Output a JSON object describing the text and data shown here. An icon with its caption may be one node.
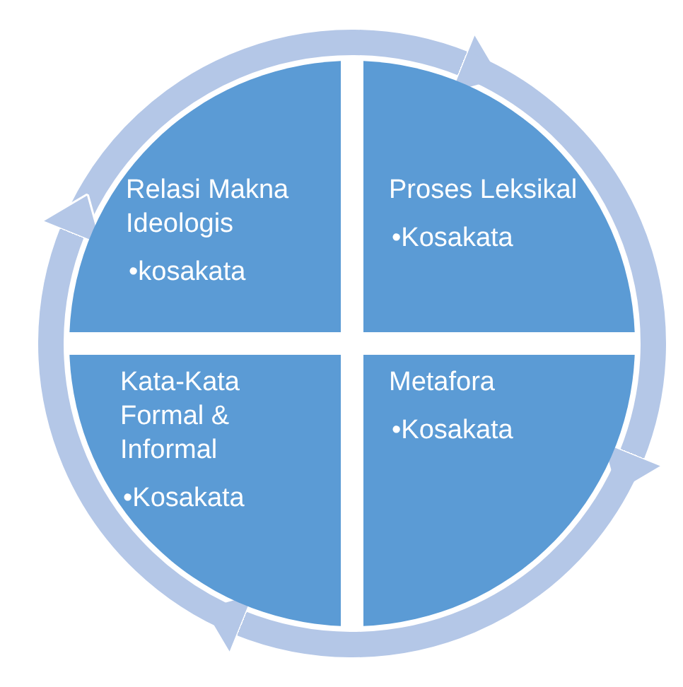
{
  "diagram": {
    "nodes": [
      {
        "text": [
          "Relasi Makna Ideologis",
          "•kosakata"
        ]
      },
      {
        "text": [
          "Proses Leksikal",
          "•Kosakata"
        ]
      },
      {
        "text": [
          "Kata-Kata Formal & Informal",
          "•Kosakata"
        ]
      },
      {
        "text": [
          "Metafora",
          "•Kosakata"
        ]
      }
    ],
    "edges": [
      {
        "from": 0,
        "to": 1,
        "arrow": "to"
      },
      {
        "from": 1,
        "to": 3,
        "arrow": "to"
      },
      {
        "from": 3,
        "to": 2,
        "arrow": "to"
      },
      {
        "from": 2,
        "to": 0,
        "arrow": "to"
      }
    ]
  }
}
